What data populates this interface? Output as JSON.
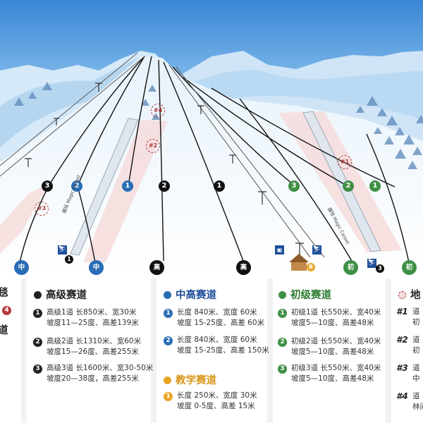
{
  "map": {
    "area_labels": [
      "#4",
      "#2",
      "#3",
      "#1"
    ],
    "trail_markers": [
      {
        "label": "3",
        "color": "#111111"
      },
      {
        "label": "2",
        "color": "#2a6db5"
      },
      {
        "label": "1",
        "color": "#2a6db5"
      },
      {
        "label": "2",
        "color": "#111111"
      },
      {
        "label": "1",
        "color": "#111111"
      },
      {
        "label": "3",
        "color": "#3f8f45"
      },
      {
        "label": "2",
        "color": "#3f8f45"
      },
      {
        "label": "1",
        "color": "#3f8f45"
      }
    ],
    "base_markers": [
      {
        "label": "中",
        "color": "#2a6db5"
      },
      {
        "label": "中",
        "color": "#2a6db5"
      },
      {
        "label": "高",
        "color": "#111111"
      },
      {
        "label": "高",
        "color": "#111111"
      },
      {
        "label": "初",
        "color": "#3f8f45"
      },
      {
        "label": "初",
        "color": "#3f8f45"
      }
    ],
    "magic_carpet_label_1": "魔毯 Magic Carpet",
    "magic_carpet_label_2": "魔毯 Magic Carpet",
    "small_badges": [
      "1",
      "3",
      "B"
    ]
  },
  "legend_left_partial": {
    "line1": "毯",
    "badge": "4",
    "line2": "道"
  },
  "advanced": {
    "title": "高级赛道",
    "color": "#222222",
    "rows": [
      {
        "n": "1",
        "l1": "高级1道 长850米、宽30米",
        "l2": "坡度11—25度、高差139米"
      },
      {
        "n": "2",
        "l1": "高级2道 长1310米、宽60米",
        "l2": "坡度15—26度、高差255米"
      },
      {
        "n": "3",
        "l1": "高级3道 长1600米、宽30-50米",
        "l2": "坡度20—38度，高差255米"
      }
    ]
  },
  "intermediate": {
    "title": "中高赛道",
    "color": "#2a6db5",
    "rows": [
      {
        "n": "1",
        "l1": "长度 840米、宽度 60米",
        "l2": "坡度 15-25度、高差 60米"
      },
      {
        "n": "2",
        "l1": "长度 840米、宽度 60米",
        "l2": "坡度 15-25度、高差 150米"
      }
    ]
  },
  "teaching": {
    "title": "教学赛道",
    "color": "#e8a525",
    "rows": [
      {
        "n": "1",
        "l1": "长度 250米、宽度 30米",
        "l2": "坡度 0-5度、高差 15米"
      }
    ]
  },
  "beginner": {
    "title": "初级赛道",
    "color": "#3f8f45",
    "rows": [
      {
        "n": "1",
        "l1": "初级1道 长550米、宽40米",
        "l2": "坡度5—10度、高差48米"
      },
      {
        "n": "2",
        "l1": "初级2道 长550米、宽40米",
        "l2": "坡度5—10度、高差48米"
      },
      {
        "n": "3",
        "l1": "初级3道 长550米、宽40米",
        "l2": "坡度5—10度、高差48米"
      }
    ]
  },
  "terrain_partial": {
    "title": "地",
    "rows": [
      {
        "n": "#1",
        "l1": "道",
        "l2": "初"
      },
      {
        "n": "#2",
        "l1": "道",
        "l2": "初"
      },
      {
        "n": "#3",
        "l1": "道",
        "l2": "中"
      },
      {
        "n": "#4",
        "l1": "道",
        "l2": "林间"
      }
    ]
  }
}
